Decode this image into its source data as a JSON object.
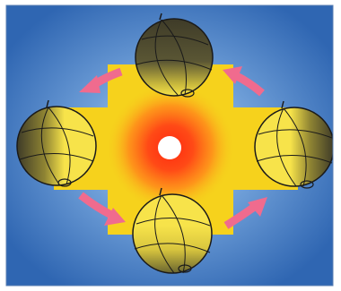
{
  "diagram": {
    "colors": {
      "page": "#ffffff",
      "panel_outer": "#2f66b2",
      "panel_mid": "#6f9fd8",
      "panel_inner": "#c9dbf2",
      "cross_band": "#f6d21c",
      "sun_core": "#ffffff",
      "sun_inner_glow": "#ff3a10",
      "sun_mid_glow": "#ff8a1a",
      "globe_lit": "#f7e34a",
      "globe_dark": "#4a4730",
      "globe_line": "#1a1a1a",
      "arrow": "#f06b8e"
    },
    "globes": [
      {
        "position": "top",
        "lit_side": "bottom"
      },
      {
        "position": "left",
        "lit_side": "right"
      },
      {
        "position": "right",
        "lit_side": "left"
      },
      {
        "position": "bottom",
        "lit_side": "top"
      }
    ],
    "arrows": [
      {
        "between": "top-left",
        "direction": "counterclockwise"
      },
      {
        "between": "top-right",
        "direction": "counterclockwise"
      },
      {
        "between": "left-bottom",
        "direction": "counterclockwise"
      },
      {
        "between": "right-bottom",
        "direction": "counterclockwise"
      }
    ]
  }
}
